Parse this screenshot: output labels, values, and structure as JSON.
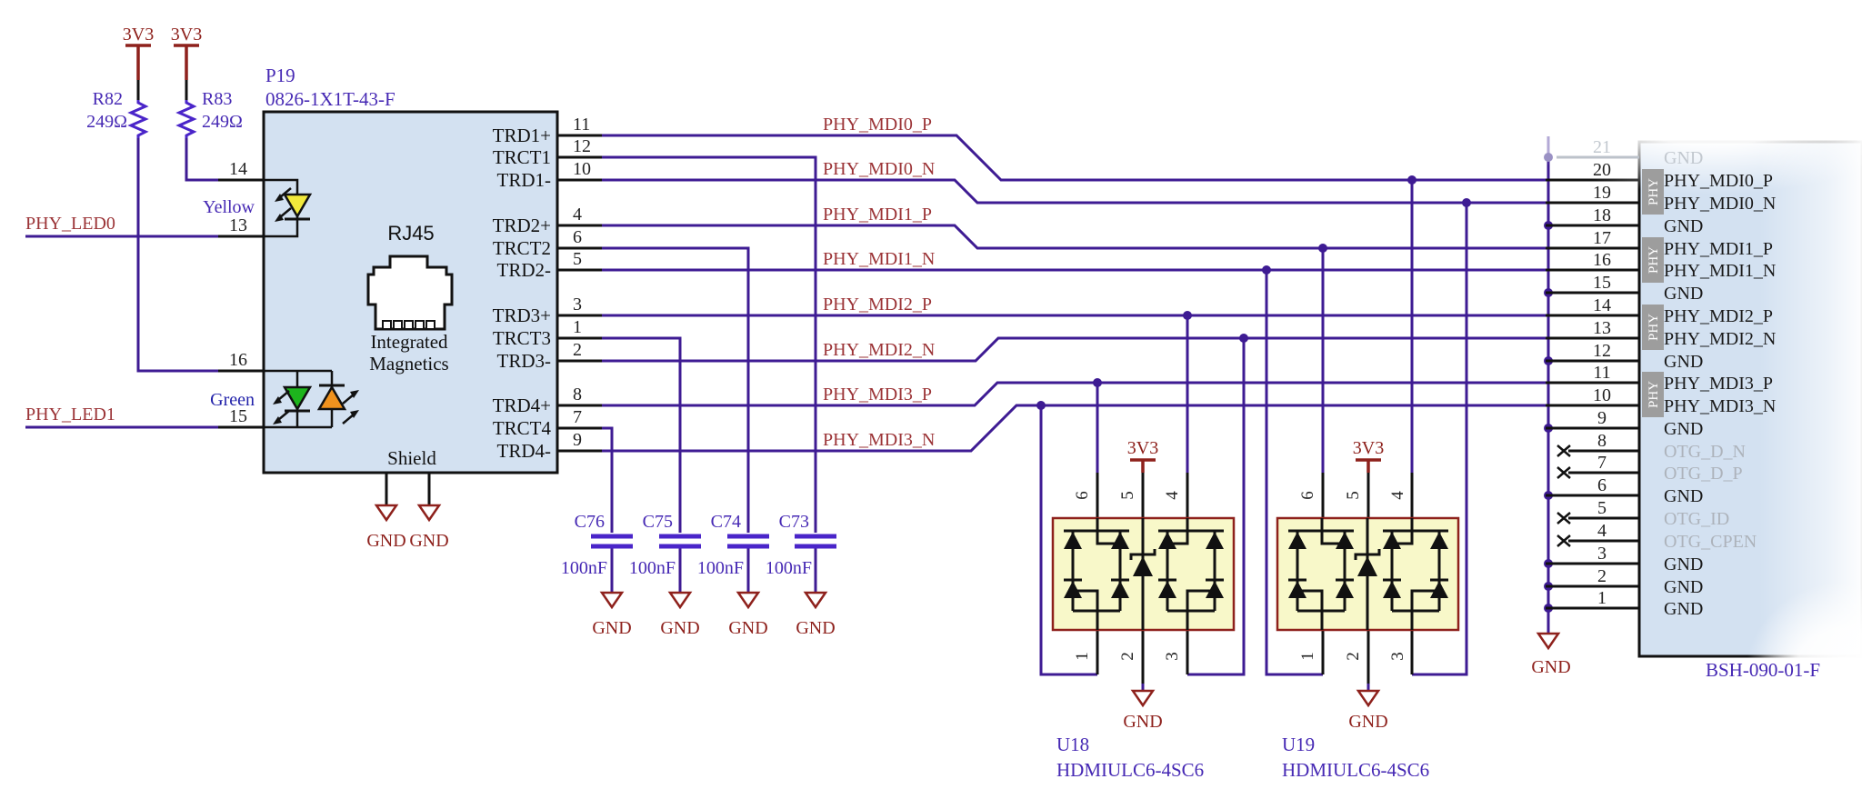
{
  "colors": {
    "wire": "#3E1B93",
    "component_stroke": "#4A25C9",
    "stub": "#111111",
    "power_red": "#8E211C",
    "net_label_red": "#9B3336",
    "component_label_violet": "#4629B4",
    "block_fill": "#D3E1F1",
    "esd_fill": "#F8F8C9",
    "esd_border": "#8E211C",
    "phy_tag_gray": "#9D9D9D",
    "ghost_gray": "#C2C8CF",
    "otg_gray": "#ADB3BB",
    "led_yellow": "#F2E93B",
    "led_green": "#1DB51D",
    "led_orange": "#F0921E"
  },
  "power": {
    "rail": "3V3",
    "gnd": "GND"
  },
  "pullups": {
    "r82": {
      "ref": "R82",
      "value": "249Ω"
    },
    "r83": {
      "ref": "R83",
      "value": "249Ω"
    }
  },
  "left_nets": {
    "phy_led0": "PHY_LED0",
    "phy_led1": "PHY_LED1"
  },
  "rj45": {
    "ref": "P19",
    "part": "0826-1X1T-43-F",
    "jack": "RJ45",
    "mag1": "Integrated",
    "mag2": "Magnetics",
    "shield": "Shield",
    "led_top": "Yellow",
    "led_bottom": "Green",
    "gnd1": "GND",
    "gnd2": "GND",
    "left_pins": {
      "p14": "14",
      "p13": "13",
      "p16": "16",
      "p15": "15"
    },
    "right_pins": [
      {
        "num": "11",
        "name": "TRD1+"
      },
      {
        "num": "12",
        "name": "TRCT1"
      },
      {
        "num": "10",
        "name": "TRD1-"
      },
      {
        "num": "4",
        "name": "TRD2+"
      },
      {
        "num": "6",
        "name": "TRCT2"
      },
      {
        "num": "5",
        "name": "TRD2-"
      },
      {
        "num": "3",
        "name": "TRD3+"
      },
      {
        "num": "1",
        "name": "TRCT3"
      },
      {
        "num": "2",
        "name": "TRD3-"
      },
      {
        "num": "8",
        "name": "TRD4+"
      },
      {
        "num": "7",
        "name": "TRCT4"
      },
      {
        "num": "9",
        "name": "TRD4-"
      }
    ]
  },
  "nets": {
    "mdi0_p": "PHY_MDI0_P",
    "mdi0_n": "PHY_MDI0_N",
    "mdi1_p": "PHY_MDI1_P",
    "mdi1_n": "PHY_MDI1_N",
    "mdi2_p": "PHY_MDI2_P",
    "mdi2_n": "PHY_MDI2_N",
    "mdi3_p": "PHY_MDI3_P",
    "mdi3_n": "PHY_MDI3_N"
  },
  "capacitors": [
    {
      "ref": "C76",
      "value": "100nF",
      "gnd": "GND"
    },
    {
      "ref": "C75",
      "value": "100nF",
      "gnd": "GND"
    },
    {
      "ref": "C74",
      "value": "100nF",
      "gnd": "GND"
    },
    {
      "ref": "C73",
      "value": "100nF",
      "gnd": "GND"
    }
  ],
  "esd": {
    "u18": {
      "ref": "U18",
      "part": "HDMIULC6-4SC6",
      "rail": "3V3",
      "gnd": "GND"
    },
    "u19": {
      "ref": "U19",
      "part": "HDMIULC6-4SC6",
      "rail": "3V3",
      "gnd": "GND"
    },
    "pin_numbers": {
      "p1": "1",
      "p2": "2",
      "p3": "3",
      "p4": "4",
      "p5": "5",
      "p6": "6"
    }
  },
  "connector": {
    "part": "BSH-090-01-F",
    "tag": "PHY",
    "gnd": "GND",
    "pins": [
      {
        "num": "21",
        "label": "GND"
      },
      {
        "num": "20",
        "label": "PHY_MDI0_P"
      },
      {
        "num": "19",
        "label": "PHY_MDI0_N"
      },
      {
        "num": "18",
        "label": "GND"
      },
      {
        "num": "17",
        "label": "PHY_MDI1_P"
      },
      {
        "num": "16",
        "label": "PHY_MDI1_N"
      },
      {
        "num": "15",
        "label": "GND"
      },
      {
        "num": "14",
        "label": "PHY_MDI2_P"
      },
      {
        "num": "13",
        "label": "PHY_MDI2_N"
      },
      {
        "num": "12",
        "label": "GND"
      },
      {
        "num": "11",
        "label": "PHY_MDI3_P"
      },
      {
        "num": "10",
        "label": "PHY_MDI3_N"
      },
      {
        "num": "9",
        "label": "GND"
      },
      {
        "num": "8",
        "label": "OTG_D_N"
      },
      {
        "num": "7",
        "label": "OTG_D_P"
      },
      {
        "num": "6",
        "label": "GND"
      },
      {
        "num": "5",
        "label": "OTG_ID"
      },
      {
        "num": "4",
        "label": "OTG_CPEN"
      },
      {
        "num": "3",
        "label": "GND"
      },
      {
        "num": "2",
        "label": "GND"
      },
      {
        "num": "1",
        "label": "GND"
      }
    ]
  }
}
